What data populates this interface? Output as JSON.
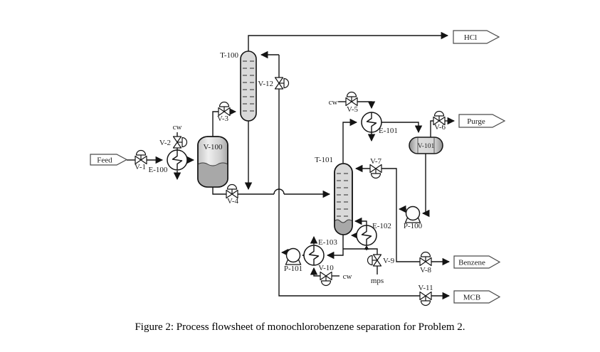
{
  "figure": {
    "caption": "Figure 2: Process flowsheet of monochlorobenzene separation for Problem 2."
  },
  "colors": {
    "line": "#141414",
    "vessel_fill": "#d9d9d9",
    "liquid_fill": "#a8a8a8",
    "drum_light": "#efefef",
    "drum_dark": "#9d9d9d",
    "outlet_box_stroke": "#4a4a4a",
    "background": "#ffffff"
  },
  "streams": {
    "feed": "Feed",
    "hcl": "HCl",
    "purge": "Purge",
    "benzene": "Benzene",
    "mcb": "MCB"
  },
  "utilities": {
    "cw": "cw",
    "mps": "mps"
  },
  "equipment": {
    "t100": "T-100",
    "t101": "T-101",
    "v100": "V-100",
    "v101": "V-101",
    "e100": "E-100",
    "e101": "E-101",
    "e102": "E-102",
    "e103": "E-103",
    "p100": "P-100",
    "p101": "P-101"
  },
  "valves": {
    "v1": "V-1",
    "v2": "V-2",
    "v3": "V-3",
    "v4": "V-4",
    "v5": "V-5",
    "v6": "V-6",
    "v7": "V-7",
    "v8": "V-8",
    "v9": "V-9",
    "v10": "V-10",
    "v11": "V-11",
    "v12": "V-12"
  }
}
